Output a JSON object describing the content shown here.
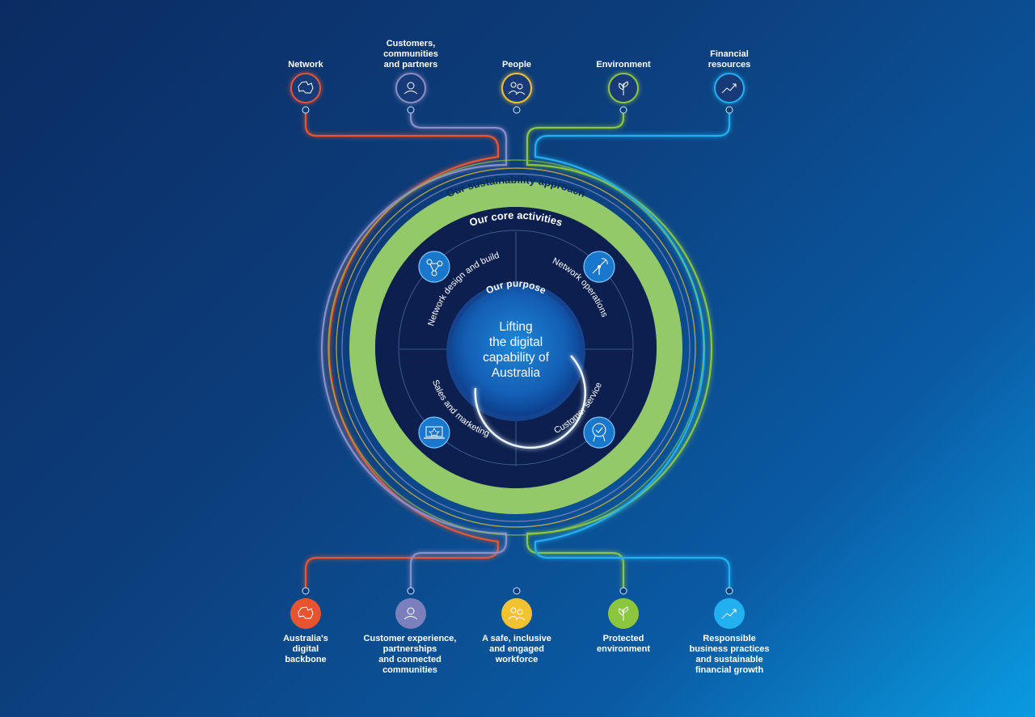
{
  "colors": {
    "network": "#e8542f",
    "customers": "#8b8fc8",
    "people": "#f2c230",
    "environment": "#8cc63f",
    "financial": "#22b0f0",
    "ring_green": "#94c96a",
    "inner_navy": "#0c1f4f"
  },
  "top_capitals": [
    {
      "label": "Network",
      "icon": "australia-map-icon",
      "color": "#e8542f"
    },
    {
      "label": "Customers,\ncommunities\nand partners",
      "icon": "customer-handshake-icon",
      "color": "#8b8fc8"
    },
    {
      "label": "People",
      "icon": "people-group-icon",
      "color": "#f2c230"
    },
    {
      "label": "Environment",
      "icon": "plant-leaf-icon",
      "color": "#8cc63f"
    },
    {
      "label": "Financial\nresources",
      "icon": "growth-chart-icon",
      "color": "#22b0f0"
    }
  ],
  "bottom_outcomes": [
    {
      "label": "Australia's\ndigital\nbackbone",
      "icon": "australia-map-icon",
      "color": "#e8542f"
    },
    {
      "label": "Customer experience,\npartnerships\nand connected\ncommunities",
      "icon": "customer-handshake-icon",
      "color": "#7b80bd"
    },
    {
      "label": "A safe, inclusive\nand engaged\nworkforce",
      "icon": "people-group-icon",
      "color": "#f2c230"
    },
    {
      "label": "Protected\nenvironment",
      "icon": "plant-leaf-icon",
      "color": "#8cc63f"
    },
    {
      "label": "Responsible\nbusiness practices\nand sustainable\nfinancial growth",
      "icon": "growth-chart-icon",
      "color": "#22b0f0"
    }
  ],
  "ring": {
    "outer_label": "Our sustainability approach",
    "core_label": "Our core activities",
    "purpose_label": "Our purpose",
    "purpose_text": "Lifting\nthe digital\ncapability of\nAustralia"
  },
  "activities": [
    {
      "label": "Network design and build",
      "icon": "network-nodes-icon"
    },
    {
      "label": "Network operations",
      "icon": "signal-antenna-icon"
    },
    {
      "label": "Sales and marketing",
      "icon": "laptop-star-icon"
    },
    {
      "label": "Customer service",
      "icon": "service-badge-icon"
    }
  ]
}
